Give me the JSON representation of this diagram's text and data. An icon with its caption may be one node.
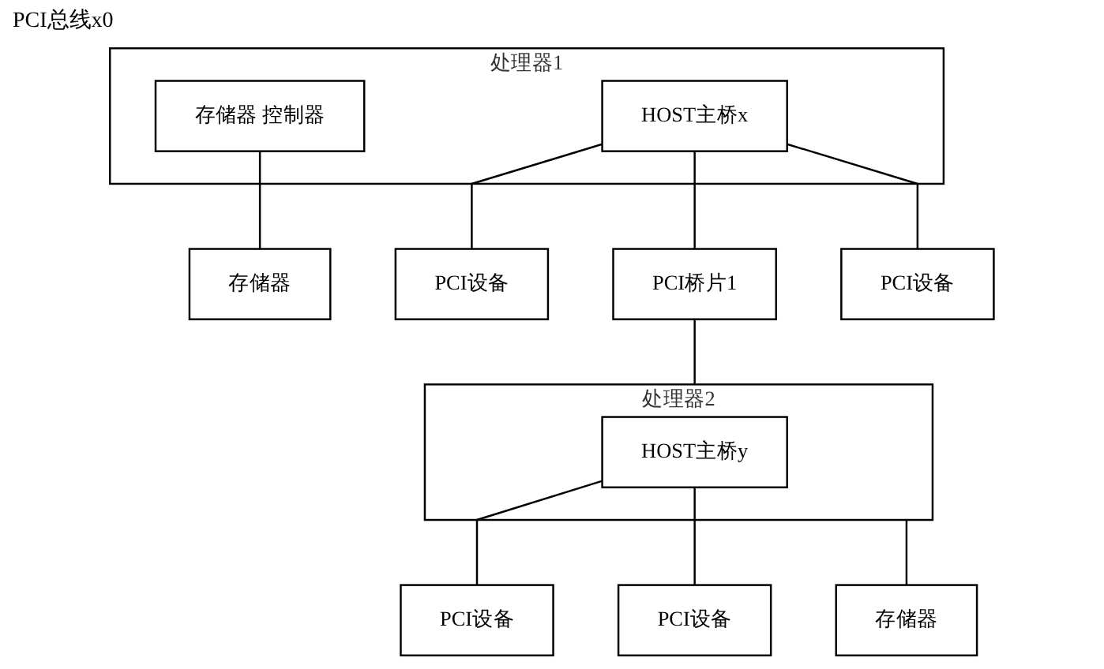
{
  "diagram": {
    "nodes": [
      {
        "text": [
          "处理器1"
        ]
      },
      {
        "text": [
          "HOST主桥x"
        ],
        "in": 0
      },
      {
        "text": [
          "存储器 控制器"
        ],
        "in": 0
      },
      {
        "text": [
          "存储器"
        ]
      },
      {
        "text": [
          "PCI设备"
        ]
      },
      {
        "text": [
          "PCI桥片1"
        ]
      },
      {
        "text": [
          "PCI设备"
        ]
      },
      {
        "text": [
          "处理器2"
        ]
      },
      {
        "text": [
          "HOST主桥y"
        ],
        "in": 7
      },
      {
        "text": [
          "存储器"
        ]
      },
      {
        "text": [
          "PCI设备"
        ]
      },
      {
        "text": [
          "PCI设备"
        ]
      }
    ],
    "edges": [
      {
        "from": 2,
        "to": 3,
        "arrow": "none"
      },
      {
        "from": 1,
        "to": 4,
        "arrow": "none"
      },
      {
        "from": 1,
        "to": 5,
        "arrow": "none"
      },
      {
        "from": 1,
        "to": 6,
        "arrow": "none"
      },
      {
        "from": 5,
        "to": 7,
        "arrow": "none"
      },
      {
        "from": 7,
        "to": 9,
        "arrow": "none"
      },
      {
        "from": 8,
        "to": 10,
        "arrow": "none"
      },
      {
        "from": 8,
        "to": 11,
        "arrow": "none"
      }
    ],
    "labels": [
      "PCI总线x0"
    ]
  }
}
